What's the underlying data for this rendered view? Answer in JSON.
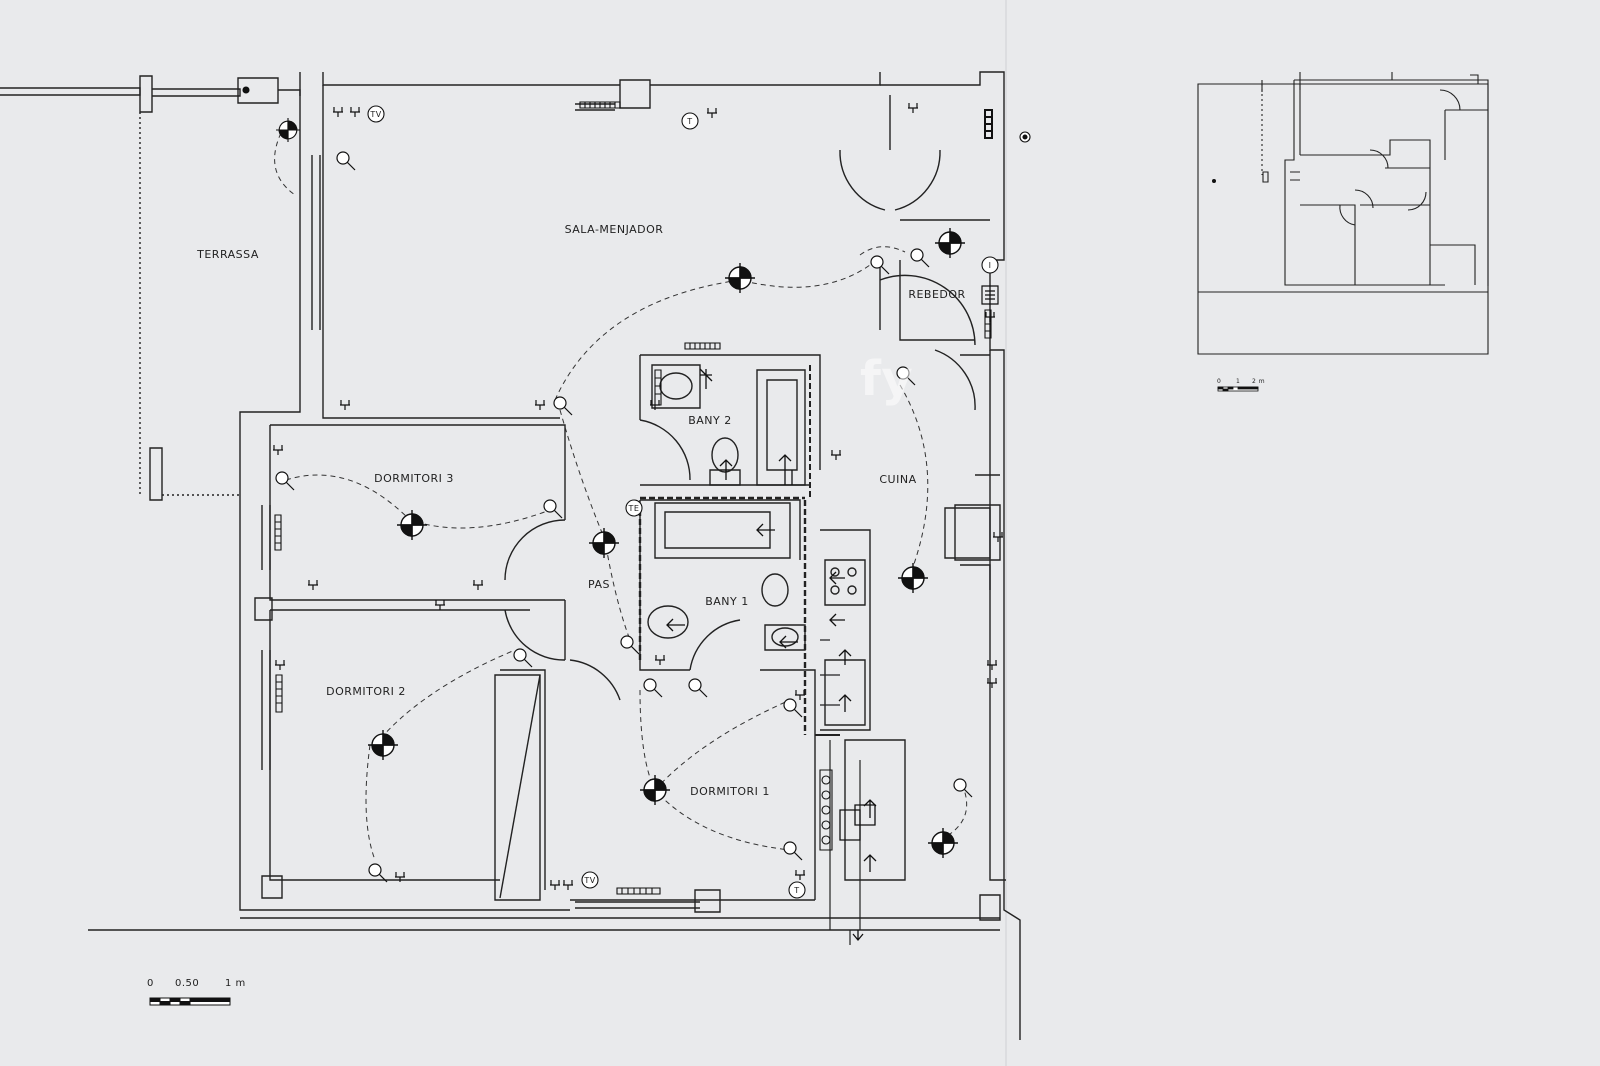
{
  "rooms": {
    "terrassa": "TERRASSA",
    "sala_menjador": "SALA-MENJADOR",
    "rebedor": "REBEDOR",
    "bany2": "BANY 2",
    "cuina": "CUINA",
    "dormitori3": "DORMITORI 3",
    "pas": "PAS",
    "bany1": "BANY 1",
    "dormitori2": "DORMITORI 2",
    "dormitori1": "DORMITORI 1"
  },
  "symbols": {
    "tv": "TV",
    "telephone": "T",
    "intercom": "I",
    "telecom": "TE"
  },
  "scale_main": {
    "zero": "0",
    "mid": "0.50",
    "end": "1 m"
  },
  "scale_mini": {
    "zero": "0",
    "one": "1",
    "two": "2 m"
  },
  "watermark": "fy",
  "colors": {
    "paper": "#e9eaec",
    "ink": "#222222"
  }
}
